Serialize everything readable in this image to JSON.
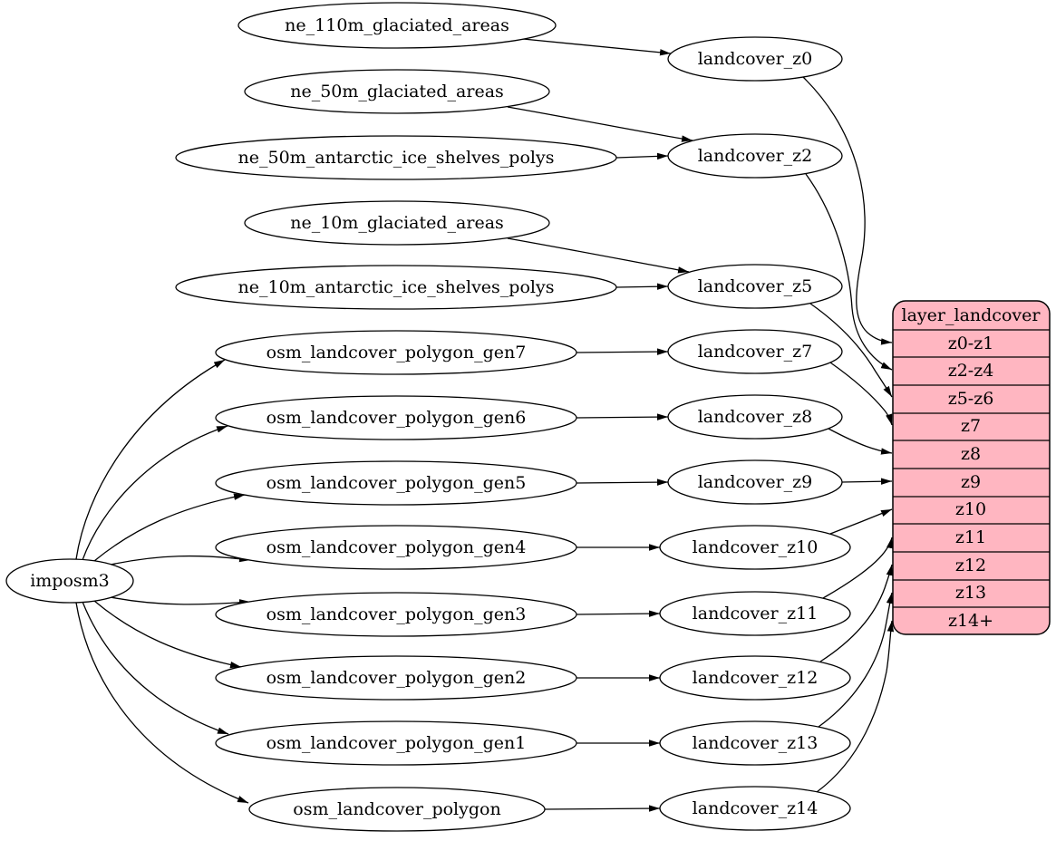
{
  "diagram": {
    "type": "etl-dependency-graph",
    "root_label": "imposm3",
    "sources": [
      "ne_110m_glaciated_areas",
      "ne_50m_glaciated_areas",
      "ne_50m_antarctic_ice_shelves_polys",
      "ne_10m_glaciated_areas",
      "ne_10m_antarctic_ice_shelves_polys",
      "osm_landcover_polygon_gen7",
      "osm_landcover_polygon_gen6",
      "osm_landcover_polygon_gen5",
      "osm_landcover_polygon_gen4",
      "osm_landcover_polygon_gen3",
      "osm_landcover_polygon_gen2",
      "osm_landcover_polygon_gen1",
      "osm_landcover_polygon"
    ],
    "intermediates": [
      "landcover_z0",
      "landcover_z2",
      "landcover_z5",
      "landcover_z7",
      "landcover_z8",
      "landcover_z9",
      "landcover_z10",
      "landcover_z11",
      "landcover_z12",
      "landcover_z13",
      "landcover_z14"
    ],
    "record": {
      "title": "layer_landcover",
      "rows": [
        "z0-z1",
        "z2-z4",
        "z5-z6",
        "z7",
        "z8",
        "z9",
        "z10",
        "z11",
        "z12",
        "z13",
        "z14+"
      ]
    },
    "edges": [
      {
        "from": "imposm3",
        "to": "osm_landcover_polygon_gen7"
      },
      {
        "from": "imposm3",
        "to": "osm_landcover_polygon_gen6"
      },
      {
        "from": "imposm3",
        "to": "osm_landcover_polygon_gen5"
      },
      {
        "from": "imposm3",
        "to": "osm_landcover_polygon_gen4"
      },
      {
        "from": "imposm3",
        "to": "osm_landcover_polygon_gen3"
      },
      {
        "from": "imposm3",
        "to": "osm_landcover_polygon_gen2"
      },
      {
        "from": "imposm3",
        "to": "osm_landcover_polygon_gen1"
      },
      {
        "from": "imposm3",
        "to": "osm_landcover_polygon"
      },
      {
        "from": "ne_110m_glaciated_areas",
        "to": "landcover_z0"
      },
      {
        "from": "ne_50m_glaciated_areas",
        "to": "landcover_z2"
      },
      {
        "from": "ne_50m_antarctic_ice_shelves_polys",
        "to": "landcover_z2"
      },
      {
        "from": "ne_10m_glaciated_areas",
        "to": "landcover_z5"
      },
      {
        "from": "ne_10m_antarctic_ice_shelves_polys",
        "to": "landcover_z5"
      },
      {
        "from": "osm_landcover_polygon_gen7",
        "to": "landcover_z7"
      },
      {
        "from": "osm_landcover_polygon_gen6",
        "to": "landcover_z8"
      },
      {
        "from": "osm_landcover_polygon_gen5",
        "to": "landcover_z9"
      },
      {
        "from": "osm_landcover_polygon_gen4",
        "to": "landcover_z10"
      },
      {
        "from": "osm_landcover_polygon_gen3",
        "to": "landcover_z11"
      },
      {
        "from": "osm_landcover_polygon_gen2",
        "to": "landcover_z12"
      },
      {
        "from": "osm_landcover_polygon_gen1",
        "to": "landcover_z13"
      },
      {
        "from": "osm_landcover_polygon",
        "to": "landcover_z14"
      },
      {
        "from": "landcover_z0",
        "to": "layer_landcover:z0-z1"
      },
      {
        "from": "landcover_z2",
        "to": "layer_landcover:z2-z4"
      },
      {
        "from": "landcover_z5",
        "to": "layer_landcover:z5-z6"
      },
      {
        "from": "landcover_z7",
        "to": "layer_landcover:z7"
      },
      {
        "from": "landcover_z8",
        "to": "layer_landcover:z8"
      },
      {
        "from": "landcover_z9",
        "to": "layer_landcover:z9"
      },
      {
        "from": "landcover_z10",
        "to": "layer_landcover:z10"
      },
      {
        "from": "landcover_z11",
        "to": "layer_landcover:z11"
      },
      {
        "from": "landcover_z12",
        "to": "layer_landcover:z12"
      },
      {
        "from": "landcover_z13",
        "to": "layer_landcover:z13"
      },
      {
        "from": "landcover_z14",
        "to": "layer_landcover:z14+"
      }
    ],
    "colors": {
      "background": "#ffffff",
      "node_fill": "#ffffff",
      "stroke": "#000000",
      "record_fill": "#ffb6c1"
    }
  }
}
